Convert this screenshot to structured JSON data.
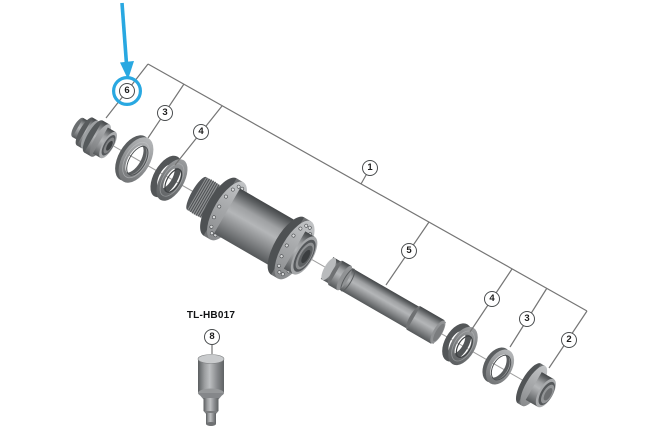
{
  "figure": {
    "tool_label": "TL-HB017",
    "highlight_color": "#29A8E1",
    "line_color": "#757575",
    "callouts": {
      "c1": "1",
      "c2": "2",
      "c3_left": "3",
      "c4_left": "4",
      "c5": "5",
      "c6": "6",
      "c3_right": "3",
      "c4_right": "4",
      "c8": "8"
    }
  }
}
